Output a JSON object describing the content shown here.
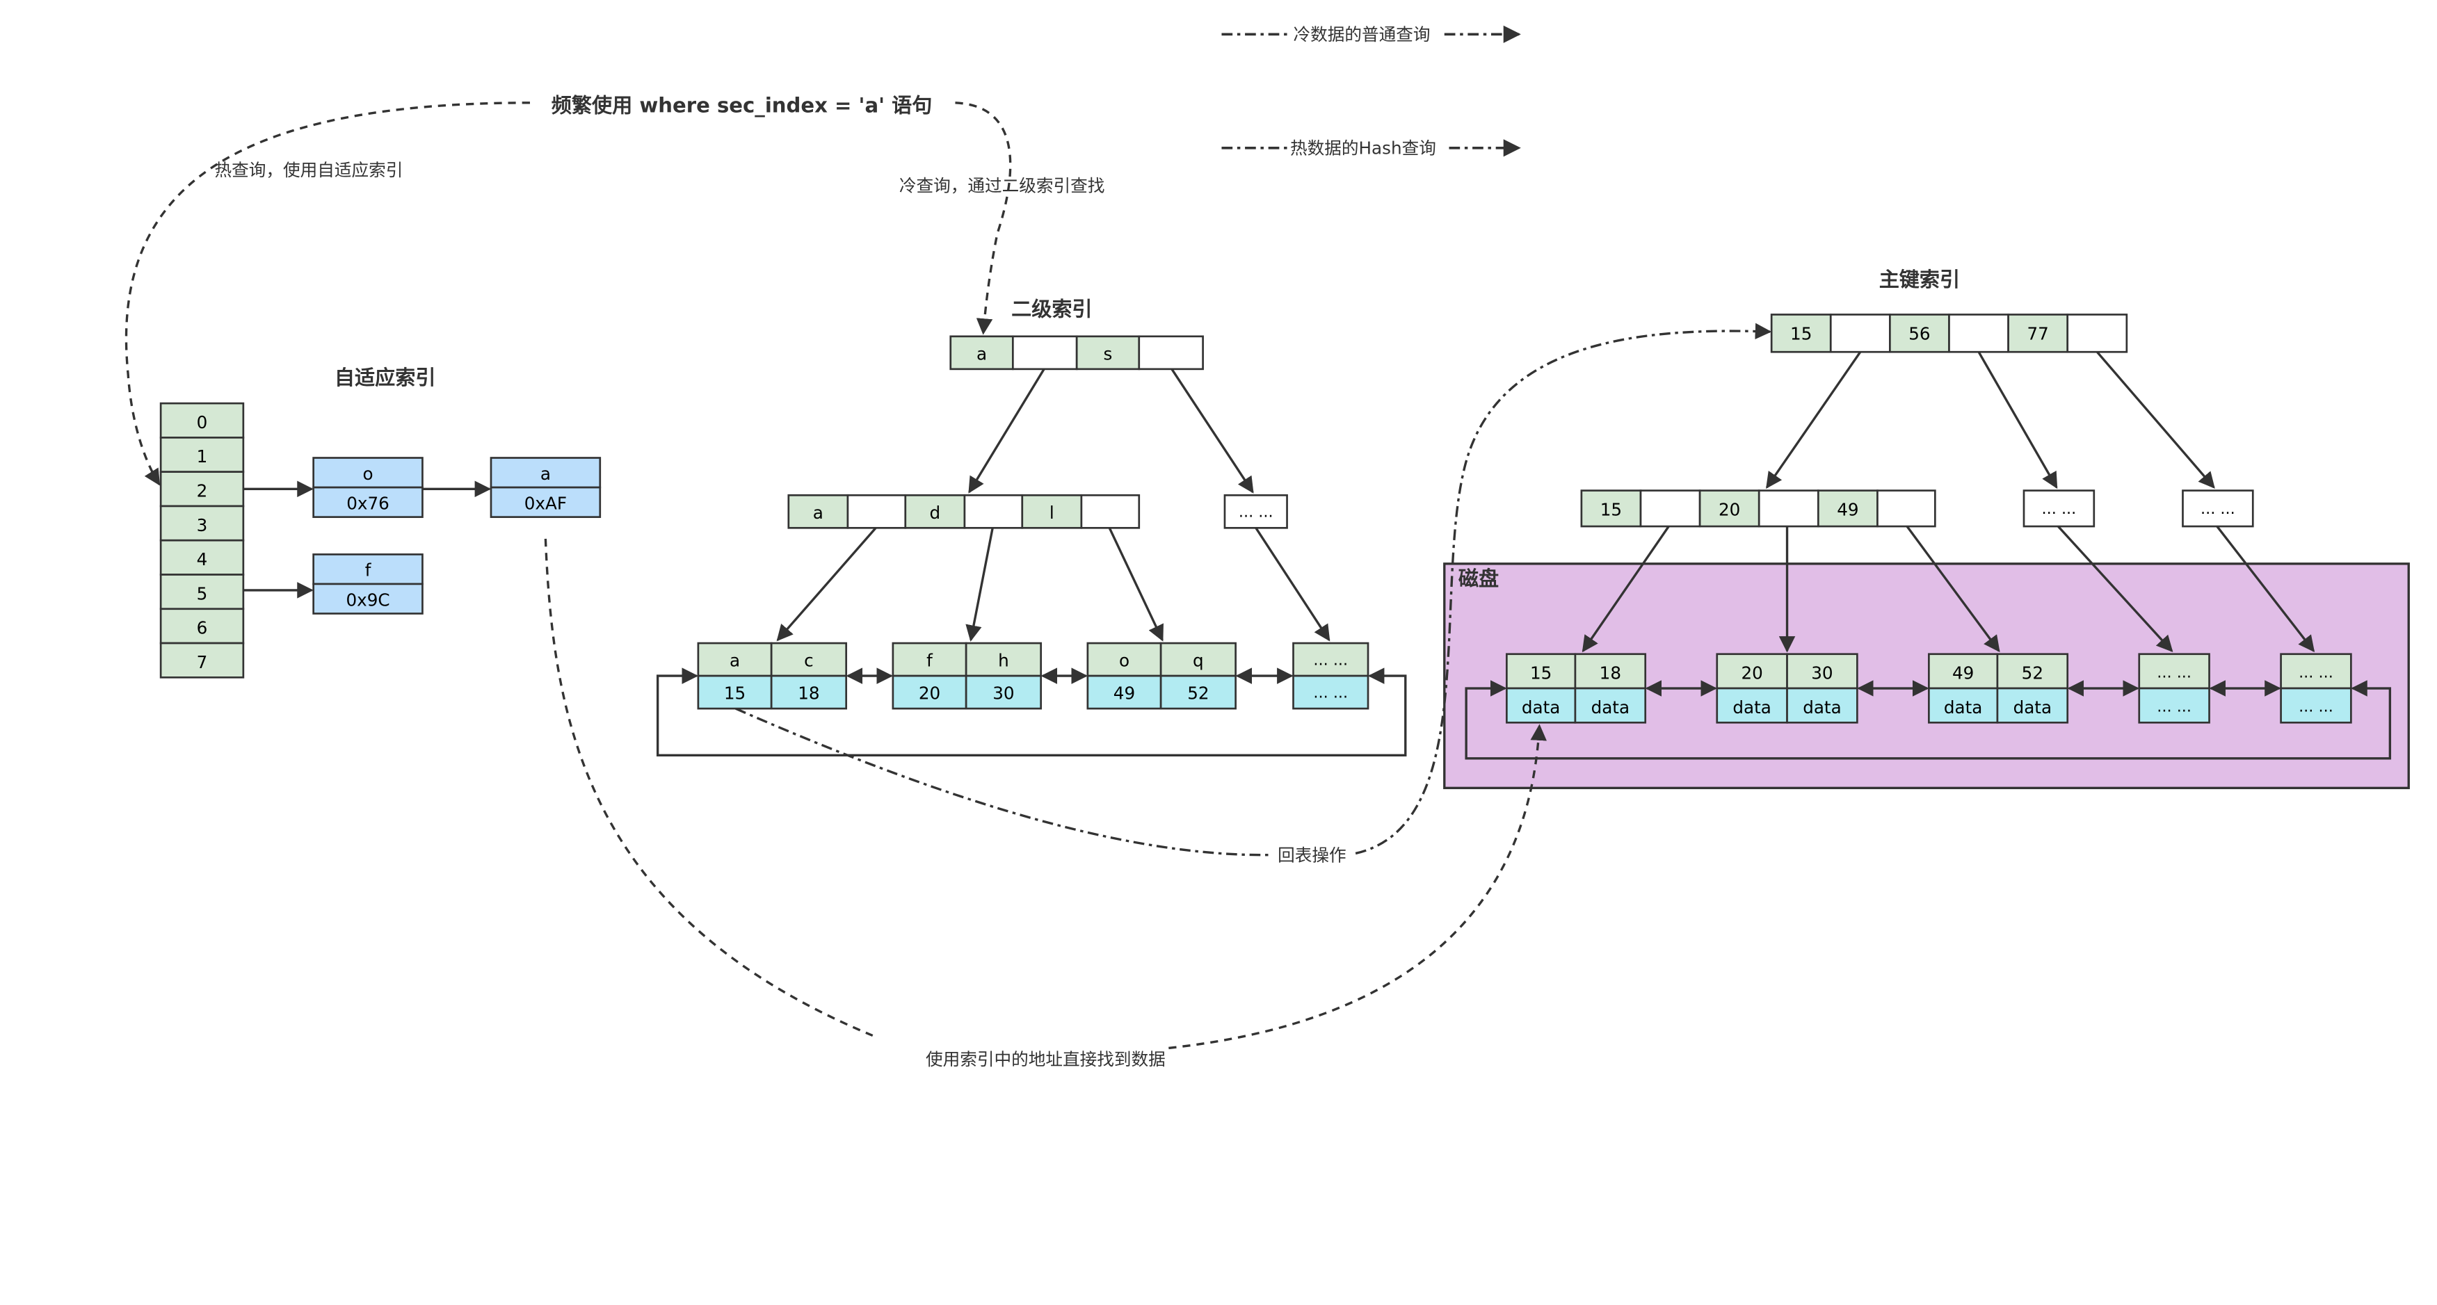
{
  "legend": {
    "cold_query": "冷数据的普通查询",
    "hot_query": "热数据的Hash查询"
  },
  "labels": {
    "top_query": "频繁使用 where sec_index = 'a' 语句",
    "hot_path": "热查询，使用自适应索引",
    "cold_path": "冷查询，通过二级索引查找",
    "back_to_table": "回表操作",
    "direct_address": "使用索引中的地址直接找到数据"
  },
  "adaptive_index": {
    "title": "自适应索引",
    "buckets": [
      "0",
      "1",
      "2",
      "3",
      "4",
      "5",
      "6",
      "7"
    ],
    "entries": [
      {
        "key": "o",
        "addr": "0x76"
      },
      {
        "key": "a",
        "addr": "0xAF"
      },
      {
        "key": "f",
        "addr": "0x9C"
      }
    ]
  },
  "secondary_index": {
    "title": "二级索引",
    "root": [
      "a",
      "",
      "s",
      ""
    ],
    "internal": [
      "a",
      "",
      "d",
      "",
      "l",
      ""
    ],
    "internal_right": "... ...",
    "leaves": [
      {
        "keys": [
          "a",
          "c"
        ],
        "pks": [
          "15",
          "18"
        ]
      },
      {
        "keys": [
          "f",
          "h"
        ],
        "pks": [
          "20",
          "30"
        ]
      },
      {
        "keys": [
          "o",
          "q"
        ],
        "pks": [
          "49",
          "52"
        ]
      },
      {
        "keys": [
          "... ..."
        ],
        "pks": [
          "... ..."
        ]
      }
    ]
  },
  "primary_index": {
    "title": "主键索引",
    "root": [
      "15",
      "",
      "56",
      "",
      "77",
      ""
    ],
    "internal": [
      "15",
      "",
      "20",
      "",
      "49",
      ""
    ],
    "internal_mid": "... ...",
    "internal_right": "... ...",
    "disk_label": "磁盘",
    "leaves": [
      {
        "keys": [
          "15",
          "18"
        ],
        "vals": [
          "data",
          "data"
        ]
      },
      {
        "keys": [
          "20",
          "30"
        ],
        "vals": [
          "data",
          "data"
        ]
      },
      {
        "keys": [
          "49",
          "52"
        ],
        "vals": [
          "data",
          "data"
        ]
      },
      {
        "keys": [
          "... ..."
        ],
        "vals": [
          "... ..."
        ]
      },
      {
        "keys": [
          "... ..."
        ],
        "vals": [
          "... ..."
        ]
      }
    ]
  },
  "colors": {
    "key_green": "#D5E8D4",
    "value_blue": "#BBDEFB",
    "pk_cyan": "#B2EBF2",
    "disk_purple": "#E1BEE7",
    "stroke": "#333333"
  }
}
